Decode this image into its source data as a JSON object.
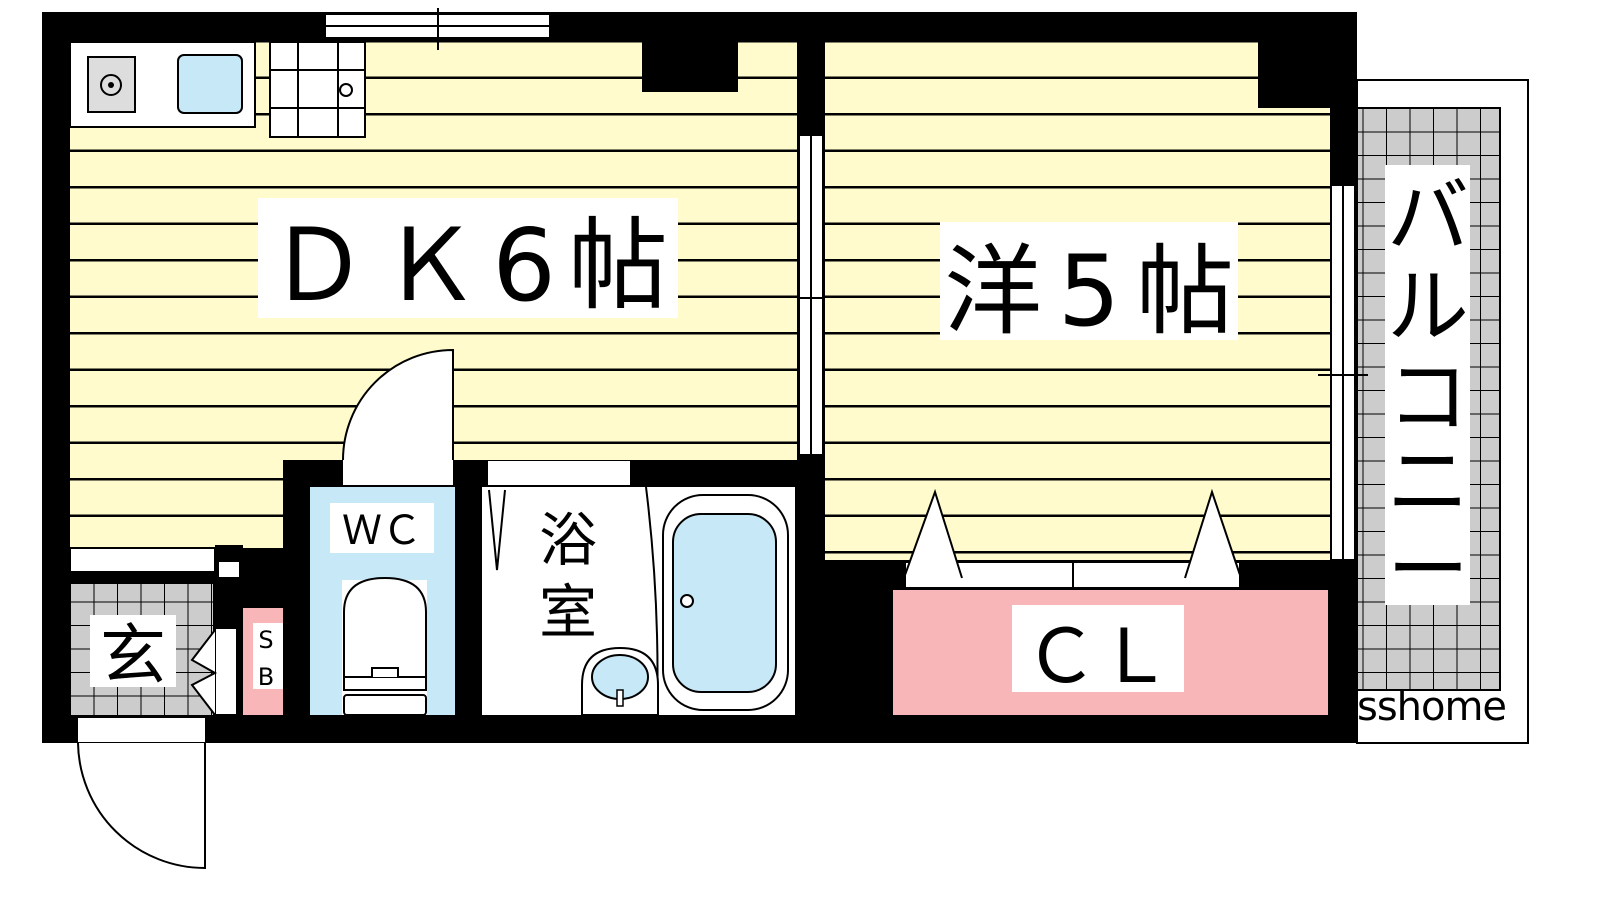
{
  "rooms": {
    "dk": {
      "label": "ＤＫ6帖"
    },
    "western": {
      "label": "洋5帖"
    },
    "balcony": {
      "label_chars": [
        "バ",
        "ル",
        "コ",
        "ニ",
        "ー"
      ]
    },
    "wc": {
      "label": "ＷＣ"
    },
    "bath": {
      "label_chars": [
        "浴",
        "室"
      ]
    },
    "closet": {
      "label": "ＣＬ"
    },
    "entrance": {
      "label": "玄"
    },
    "shoebox": {
      "label_chars": [
        "S",
        "B"
      ]
    }
  },
  "watermark": "sshome",
  "colors": {
    "room_floor": "#fffbcc",
    "wet_area": "#c6e8f7",
    "closet": "#f8b6b8",
    "tile": "#cccccc",
    "wall": "#000000"
  }
}
